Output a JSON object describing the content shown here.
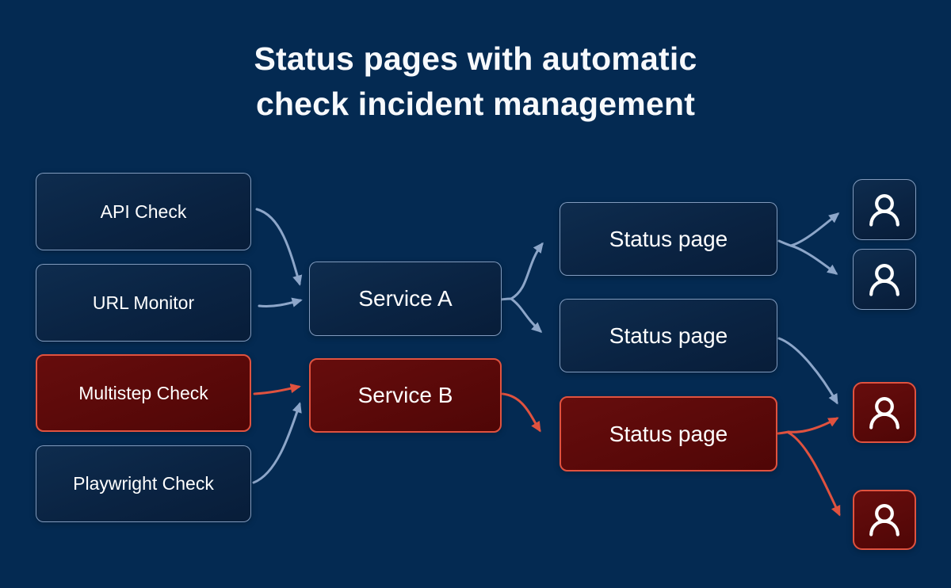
{
  "title": {
    "line1": "Status pages with automatic",
    "line2": "check incident management"
  },
  "palette": {
    "background": "#042a52",
    "box_fill": "#0a2342",
    "box_border": "#96b0d3",
    "alert_fill": "#5a0909",
    "alert_border": "#e0523f",
    "arrow_blue": "#8da6c9",
    "arrow_red": "#e0523f",
    "text": "#ffffff"
  },
  "nodes": {
    "checks": [
      {
        "label": "API Check",
        "state": "ok"
      },
      {
        "label": "URL Monitor",
        "state": "ok"
      },
      {
        "label": "Multistep Check",
        "state": "alert"
      },
      {
        "label": "Playwright Check",
        "state": "ok"
      }
    ],
    "services": [
      {
        "label": "Service A",
        "state": "ok"
      },
      {
        "label": "Service B",
        "state": "alert"
      }
    ],
    "status_pages": [
      {
        "label": "Status page",
        "state": "ok"
      },
      {
        "label": "Status page",
        "state": "ok"
      },
      {
        "label": "Status page",
        "state": "alert"
      }
    ],
    "subscribers": [
      {
        "icon": "user-icon",
        "state": "ok"
      },
      {
        "icon": "user-icon",
        "state": "ok"
      },
      {
        "icon": "user-icon",
        "state": "alert"
      },
      {
        "icon": "user-icon",
        "state": "alert"
      }
    ]
  },
  "edges": [
    {
      "from": "api-check",
      "to": "service-a",
      "color": "blue"
    },
    {
      "from": "url-monitor",
      "to": "service-a",
      "color": "blue"
    },
    {
      "from": "multistep-check",
      "to": "service-b",
      "color": "red"
    },
    {
      "from": "playwright-check",
      "to": "service-b",
      "color": "blue"
    },
    {
      "from": "service-a",
      "to": "status-page-1",
      "color": "blue"
    },
    {
      "from": "service-a",
      "to": "status-page-2",
      "color": "blue"
    },
    {
      "from": "service-b",
      "to": "status-page-3",
      "color": "red"
    },
    {
      "from": "status-page-1",
      "to": "subscriber-1",
      "color": "blue"
    },
    {
      "from": "status-page-1",
      "to": "subscriber-2",
      "color": "blue"
    },
    {
      "from": "status-page-2",
      "to": "subscriber-3",
      "color": "blue"
    },
    {
      "from": "status-page-3",
      "to": "subscriber-3",
      "color": "red"
    },
    {
      "from": "status-page-3",
      "to": "subscriber-4",
      "color": "red"
    }
  ]
}
